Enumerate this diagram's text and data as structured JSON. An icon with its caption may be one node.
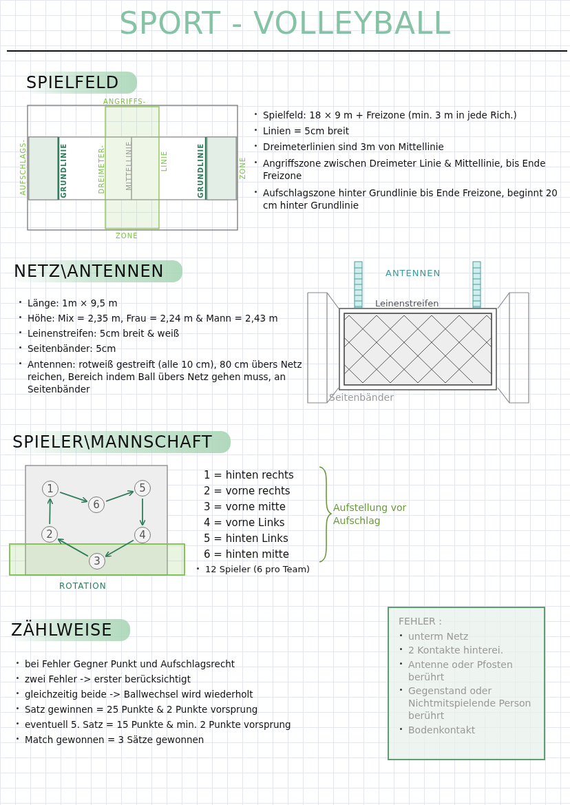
{
  "diagram": {
    "title": "SPORT - VOLLEYBALL",
    "nodes": [
      {
        "text": [
          "1"
        ]
      },
      {
        "text": [
          "2"
        ]
      },
      {
        "text": [
          "3"
        ]
      },
      {
        "text": [
          "4"
        ]
      },
      {
        "text": [
          "5"
        ]
      },
      {
        "text": [
          "6"
        ]
      },
      {
        "text": [
          "FEHLER :",
          "unterm Netz",
          "2 Kontakte hinterei.",
          "Antenne oder Pfosten berührt",
          "Gegenstand oder Nichtmitspielende Person berührt",
          "Bodenkontakt"
        ]
      }
    ],
    "edges": [
      {
        "from": 0,
        "to": 5,
        "arrow": "to"
      },
      {
        "from": 5,
        "to": 4,
        "arrow": "to"
      },
      {
        "from": 4,
        "to": 3,
        "arrow": "to"
      },
      {
        "from": 3,
        "to": 2,
        "arrow": "to"
      },
      {
        "from": 2,
        "to": 1,
        "arrow": "to"
      },
      {
        "from": 1,
        "to": 0,
        "arrow": "to"
      }
    ],
    "labels": [
      "SPIELFELD",
      "ANGRIFFS-",
      "AUFSCHLAGS-",
      "GRUNDLINIE",
      "DREIMETER-",
      "MITTELLINIE",
      "LINIE",
      "GRUNDLINIE",
      "ZONE",
      "ZONE",
      "Spielfeld: 18 × 9 m + Freizone (min. 3 m in jede Rich.)",
      "Linien = 5cm breit",
      "Dreimeterlinien sind 3m von Mittellinie",
      "Angriffszone zwischen Dreimeter Linie & Mittellinie, bis Ende Freizone",
      "Aufschlagszone hinter Grundlinie bis Ende Freizone, beginnt 20 cm hinter Grundlinie",
      "NETZ\\ANTENNEN",
      "Länge: 1m × 9,5 m",
      "Höhe: Mix = 2,35 m, Frau = 2,24 m & Mann = 2,43 m",
      "Leinenstreifen: 5cm breit & weiß",
      "Seitenbänder: 5cm",
      "Antennen: rotweiß gestreift (alle 10 cm), 80 cm übers Netz reichen, Bereich indem Ball übers Netz gehen muss, an Seitenbänder",
      "ANTENNEN",
      "Leinenstreifen",
      "Seitenbänder",
      "SPIELER\\MANNSCHAFT",
      "ROTATION",
      "1 = hinten rechts",
      "2 = vorne rechts",
      "3 = vorne mitte",
      "4 = vorne Links",
      "5 = hinten Links",
      "6 = hinten mitte",
      "12 Spieler (6 pro Team)",
      "Aufstellung vor Aufschlag",
      "ZÄHLWEISE",
      "bei Fehler Gegner Punkt und Aufschlagsrecht",
      "zwei Fehler -> erster berücksichtigt",
      "gleichzeitig beide -> Ballwechsel wird wiederholt",
      "Satz gewinnen = 25 Punkte & 2 Punkte vorsprung",
      "eventuell 5. Satz = 15 Punkte & min. 2 Punkte vorsprung",
      "Match gewonnen = 3 Sätze gewonnen"
    ]
  }
}
